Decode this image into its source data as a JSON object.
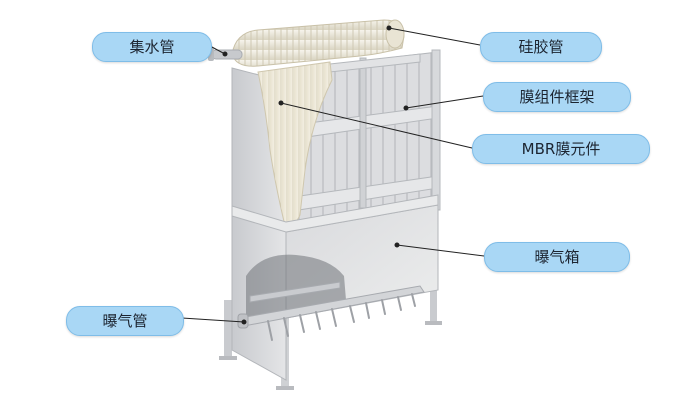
{
  "labels": {
    "header_pipe": "集水管",
    "silicone_tube": "硅胶管",
    "module_frame": "膜组件框架",
    "mbr_element": "MBR膜元件",
    "aeration_box": "曝气箱",
    "aeration_pipe": "曝气管"
  },
  "colors": {
    "label_fill": "#a9d7f5",
    "label_border": "#7fbde8",
    "leader_line": "#222222",
    "steel": "#d4d6d9",
    "membrane": "#efeadb"
  }
}
